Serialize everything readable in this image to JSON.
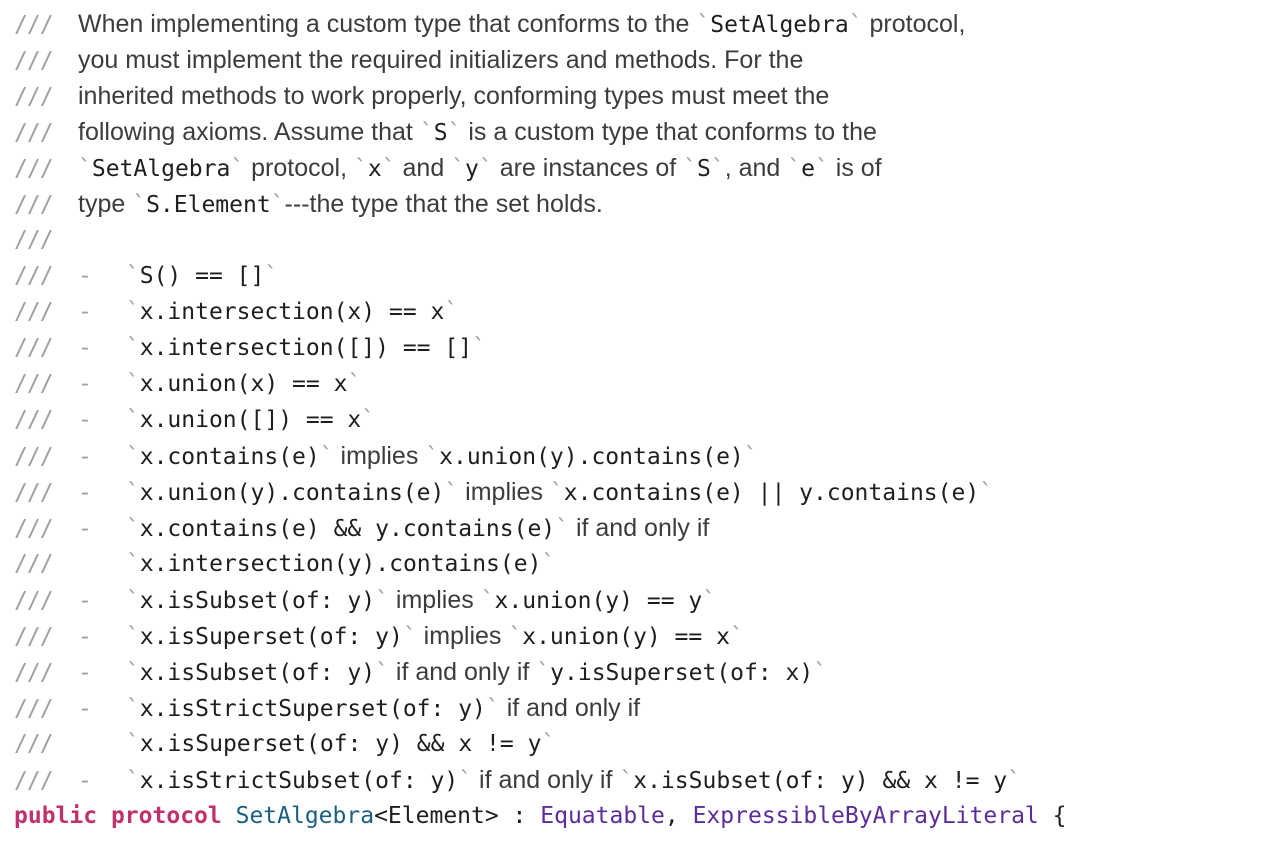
{
  "doc_lines": [
    {
      "kind": "prose",
      "segments": [
        {
          "t": "text",
          "v": "When implementing a custom type that conforms to the "
        },
        {
          "t": "code",
          "v": "SetAlgebra"
        },
        {
          "t": "text",
          "v": " protocol,"
        }
      ]
    },
    {
      "kind": "prose",
      "segments": [
        {
          "t": "text",
          "v": "you must implement the required initializers and methods. For the"
        }
      ]
    },
    {
      "kind": "prose",
      "segments": [
        {
          "t": "text",
          "v": "inherited methods to work properly, conforming types must meet the"
        }
      ]
    },
    {
      "kind": "prose",
      "segments": [
        {
          "t": "text",
          "v": "following axioms. Assume that "
        },
        {
          "t": "code",
          "v": "S"
        },
        {
          "t": "text",
          "v": " is a custom type that conforms to the"
        }
      ]
    },
    {
      "kind": "prose",
      "segments": [
        {
          "t": "code",
          "v": "SetAlgebra"
        },
        {
          "t": "text",
          "v": " protocol, "
        },
        {
          "t": "code",
          "v": "x"
        },
        {
          "t": "text",
          "v": " and "
        },
        {
          "t": "code",
          "v": "y"
        },
        {
          "t": "text",
          "v": " are instances of "
        },
        {
          "t": "code",
          "v": "S"
        },
        {
          "t": "text",
          "v": ", and "
        },
        {
          "t": "code",
          "v": "e"
        },
        {
          "t": "text",
          "v": " is of"
        }
      ]
    },
    {
      "kind": "prose",
      "segments": [
        {
          "t": "text",
          "v": "type "
        },
        {
          "t": "code",
          "v": "S.Element"
        },
        {
          "t": "text",
          "v": "---the type that the set holds."
        }
      ]
    },
    {
      "kind": "blank",
      "segments": []
    },
    {
      "kind": "bullet",
      "segments": [
        {
          "t": "code",
          "v": "S() == []"
        }
      ]
    },
    {
      "kind": "bullet",
      "segments": [
        {
          "t": "code",
          "v": "x.intersection(x) == x"
        }
      ]
    },
    {
      "kind": "bullet",
      "segments": [
        {
          "t": "code",
          "v": "x.intersection([]) == []"
        }
      ]
    },
    {
      "kind": "bullet",
      "segments": [
        {
          "t": "code",
          "v": "x.union(x) == x"
        }
      ]
    },
    {
      "kind": "bullet",
      "segments": [
        {
          "t": "code",
          "v": "x.union([]) == x"
        }
      ]
    },
    {
      "kind": "bullet",
      "segments": [
        {
          "t": "code",
          "v": "x.contains(e)"
        },
        {
          "t": "text",
          "v": " implies "
        },
        {
          "t": "code",
          "v": "x.union(y).contains(e)"
        }
      ]
    },
    {
      "kind": "bullet",
      "segments": [
        {
          "t": "code",
          "v": "x.union(y).contains(e)"
        },
        {
          "t": "text",
          "v": " implies "
        },
        {
          "t": "code",
          "v": "x.contains(e) || y.contains(e)"
        }
      ]
    },
    {
      "kind": "bullet",
      "segments": [
        {
          "t": "code",
          "v": "x.contains(e) && y.contains(e)"
        },
        {
          "t": "text",
          "v": " if and only if"
        }
      ]
    },
    {
      "kind": "continuation",
      "segments": [
        {
          "t": "code",
          "v": "x.intersection(y).contains(e)"
        }
      ]
    },
    {
      "kind": "bullet",
      "segments": [
        {
          "t": "code",
          "v": "x.isSubset(of: y)"
        },
        {
          "t": "text",
          "v": " implies "
        },
        {
          "t": "code",
          "v": "x.union(y) == y"
        }
      ]
    },
    {
      "kind": "bullet",
      "segments": [
        {
          "t": "code",
          "v": "x.isSuperset(of: y)"
        },
        {
          "t": "text",
          "v": " implies "
        },
        {
          "t": "code",
          "v": "x.union(y) == x"
        }
      ]
    },
    {
      "kind": "bullet",
      "segments": [
        {
          "t": "code",
          "v": "x.isSubset(of: y)"
        },
        {
          "t": "text",
          "v": " if and only if "
        },
        {
          "t": "code",
          "v": "y.isSuperset(of: x)"
        }
      ]
    },
    {
      "kind": "bullet",
      "segments": [
        {
          "t": "code",
          "v": "x.isStrictSuperset(of: y)"
        },
        {
          "t": "text",
          "v": " if and only if"
        }
      ]
    },
    {
      "kind": "continuation",
      "segments": [
        {
          "t": "code",
          "v": "x.isSuperset(of: y) && x != y"
        }
      ]
    },
    {
      "kind": "bullet",
      "segments": [
        {
          "t": "code",
          "v": "x.isStrictSubset(of: y)"
        },
        {
          "t": "text",
          "v": " if and only if "
        },
        {
          "t": "code",
          "v": "x.isSubset(of: y) && x != y"
        }
      ]
    }
  ],
  "comment_prefix": "///",
  "bullet_marker": "-",
  "backtick": "`",
  "declaration": {
    "kw_public": "public",
    "kw_protocol": "protocol",
    "name": "SetAlgebra",
    "generic": "<Element>",
    "colon": " : ",
    "conformance_1": "Equatable",
    "comma": ", ",
    "conformance_2": "ExpressibleByArrayLiteral",
    "brace": " {"
  },
  "colors": {
    "background": "#ffffff",
    "comment_gray": "#a0a0a0",
    "keyword_pink": "#c0326e",
    "type_teal": "#1b5f80",
    "type_purple": "#5b2c9a"
  }
}
